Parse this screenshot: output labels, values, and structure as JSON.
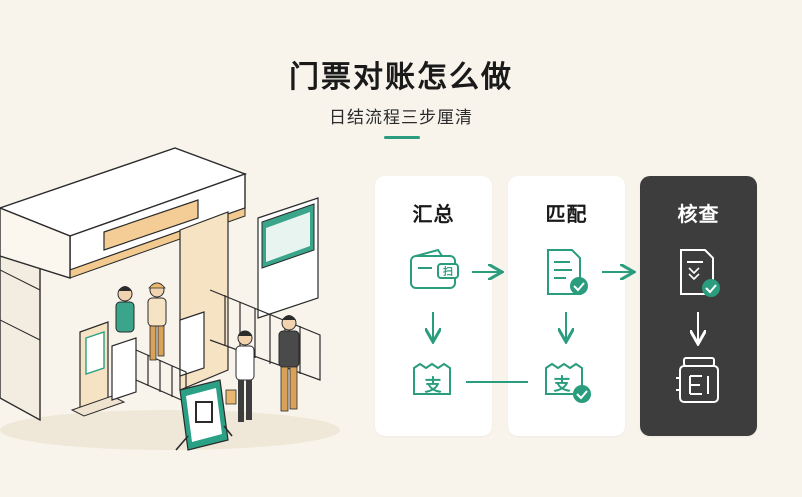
{
  "header": {
    "title": "门票对账怎么做",
    "subtitle": "日结流程三步厘清"
  },
  "colors": {
    "accent": "#2a9d7e",
    "background": "#f8f4ec",
    "card": "#ffffff",
    "card_dark": "#3d3d3d"
  },
  "steps": [
    {
      "label": "汇总",
      "top_icon": "wallet-icon",
      "bottom_icon": "receipt-pay-icon"
    },
    {
      "label": "匹配",
      "top_icon": "document-check-icon",
      "bottom_icon": "receipt-pay-check-icon"
    },
    {
      "label": "核查",
      "top_icon": "document-verified-icon",
      "bottom_icon": "archive-ledger-icon"
    }
  ],
  "wallet_tag": "扫",
  "receipt_char": "支"
}
